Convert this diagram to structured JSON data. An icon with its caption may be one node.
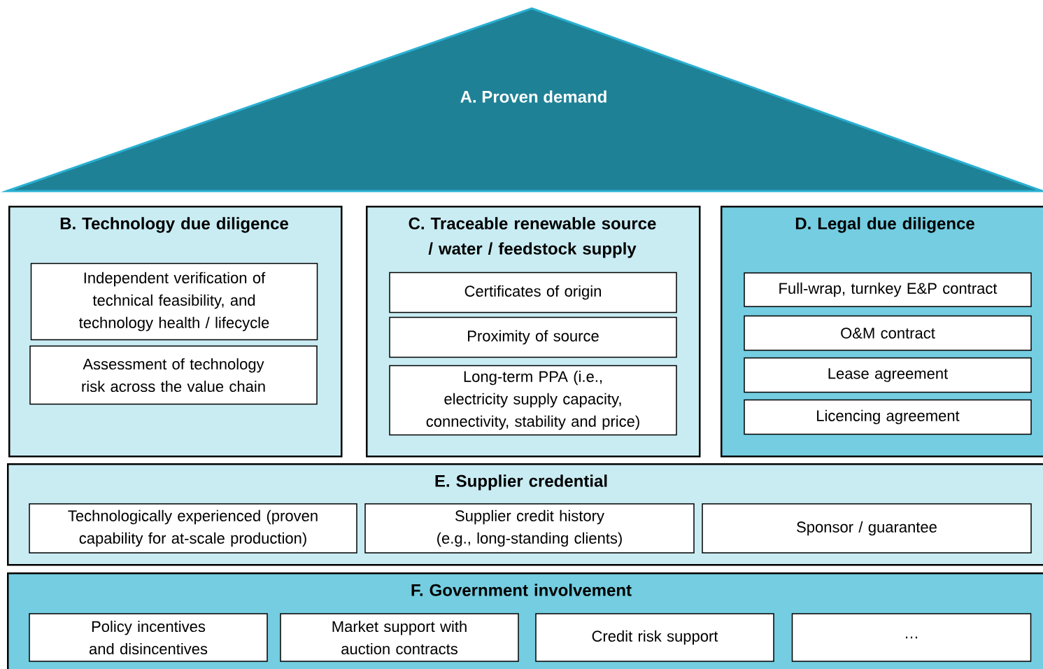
{
  "diagram": {
    "nodes": [
      {
        "text": [
          "A. Proven demand"
        ]
      },
      {
        "text": [
          "B. Technology due diligence"
        ]
      },
      {
        "text": [
          "Independent verification of technical feasibility, and technology health / lifecycle"
        ],
        "in": 1
      },
      {
        "text": [
          "Assessment of technology risk across the value chain"
        ],
        "in": 1
      },
      {
        "text": [
          "C. Traceable renewable source / water / feedstock supply"
        ]
      },
      {
        "text": [
          "Certificates of origin"
        ],
        "in": 4
      },
      {
        "text": [
          "Proximity of source"
        ],
        "in": 4
      },
      {
        "text": [
          "Long-term PPA (i.e., electricity supply capacity, connectivity, stability and price)"
        ],
        "in": 4
      },
      {
        "text": [
          "D. Legal due diligence"
        ]
      },
      {
        "text": [
          "Full-wrap, turnkey E&P contract"
        ],
        "in": 8
      },
      {
        "text": [
          "O&M contract"
        ],
        "in": 8
      },
      {
        "text": [
          "Lease agreement"
        ],
        "in": 8
      },
      {
        "text": [
          "Licencing agreement"
        ],
        "in": 8
      },
      {
        "text": [
          "E. Supplier credential"
        ]
      },
      {
        "text": [
          "Technologically experienced (proven capability for at-scale production)"
        ],
        "in": 13
      },
      {
        "text": [
          "Supplier credit history (e.g., long-standing clients)"
        ],
        "in": 13
      },
      {
        "text": [
          "Sponsor / guarantee"
        ],
        "in": 13
      },
      {
        "text": [
          "F. Government involvement"
        ]
      },
      {
        "text": [
          "Policy incentives and disincentives"
        ],
        "in": 17
      },
      {
        "text": [
          "Market support with auction contracts"
        ],
        "in": 17
      },
      {
        "text": [
          "Credit risk support"
        ],
        "in": 17
      },
      {
        "text": [
          "…"
        ],
        "in": 17
      }
    ]
  }
}
